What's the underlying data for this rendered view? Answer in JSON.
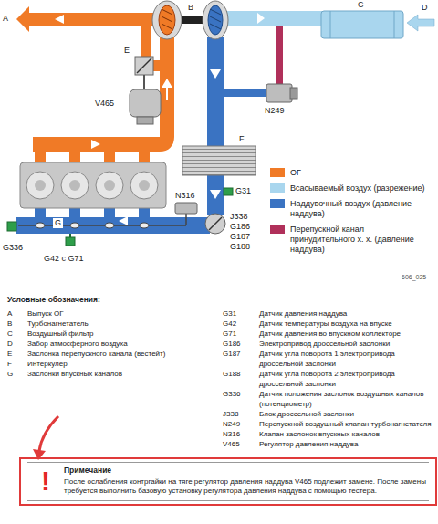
{
  "diagram": {
    "nodes": [
      {
        "text": [
          "!",
          "Примечание",
          "После ослабления контргайки на тяге регулятор давления наддува V465 подлежит замене. После замены требуется выполнить базовую установку регулятора давления наддува с помощью тестера."
        ]
      }
    ],
    "labels": [
      "A",
      "B",
      "C",
      "D",
      "E",
      "F",
      "V465",
      "N249",
      "G31",
      "N316",
      "J338",
      "G186",
      "G187",
      "G188",
      "G336",
      "G",
      "G42 с G71",
      "606_025",
      "Условные обозначения:",
      "A",
      "Выпуск ОГ",
      "B",
      "Турбонагнетатель",
      "C",
      "Воздушный фильтр",
      "D",
      "Забор атмосферного воздуха",
      "E",
      "Заслонка перепускного канала (вестейт)",
      "F",
      "Интеркулер",
      "G",
      "Заслонки впускных каналов",
      "G31",
      "Датчик давления наддува",
      "G42",
      "Датчик температуры воздуха на впуске",
      "G71",
      "Датчик давления во впускном коллекторе",
      "G186",
      "Электропривод дроссельной заслонки",
      "G187",
      "Датчик угла поворота 1 электропривода дроссельной заслонки",
      "G188",
      "Датчик угла поворота 2 электропривода дроссельной заслонки",
      "G336",
      "Датчик положения заслонок воздушных каналов (потенциометр)",
      "J338",
      "Блок дроссельной заслонки",
      "N249",
      "Перепускной воздушный клапан турбонагнетателя",
      "N316",
      "Клапан заслонок впускных каналов",
      "V465",
      "Регулятор давления наддува"
    ],
    "legend": [
      {
        "text": "ОГ",
        "color": "#f07a26"
      },
      {
        "text": "Всасываемый воздух (разрежение)",
        "color": "#a9d6ee"
      },
      {
        "text": "Наддувочный воздух (давление наддува)",
        "color": "#3a73c2"
      },
      {
        "text": "Перепускной канал принудительного х. х. (давление наддува)",
        "color": "#b0305a"
      }
    ]
  }
}
